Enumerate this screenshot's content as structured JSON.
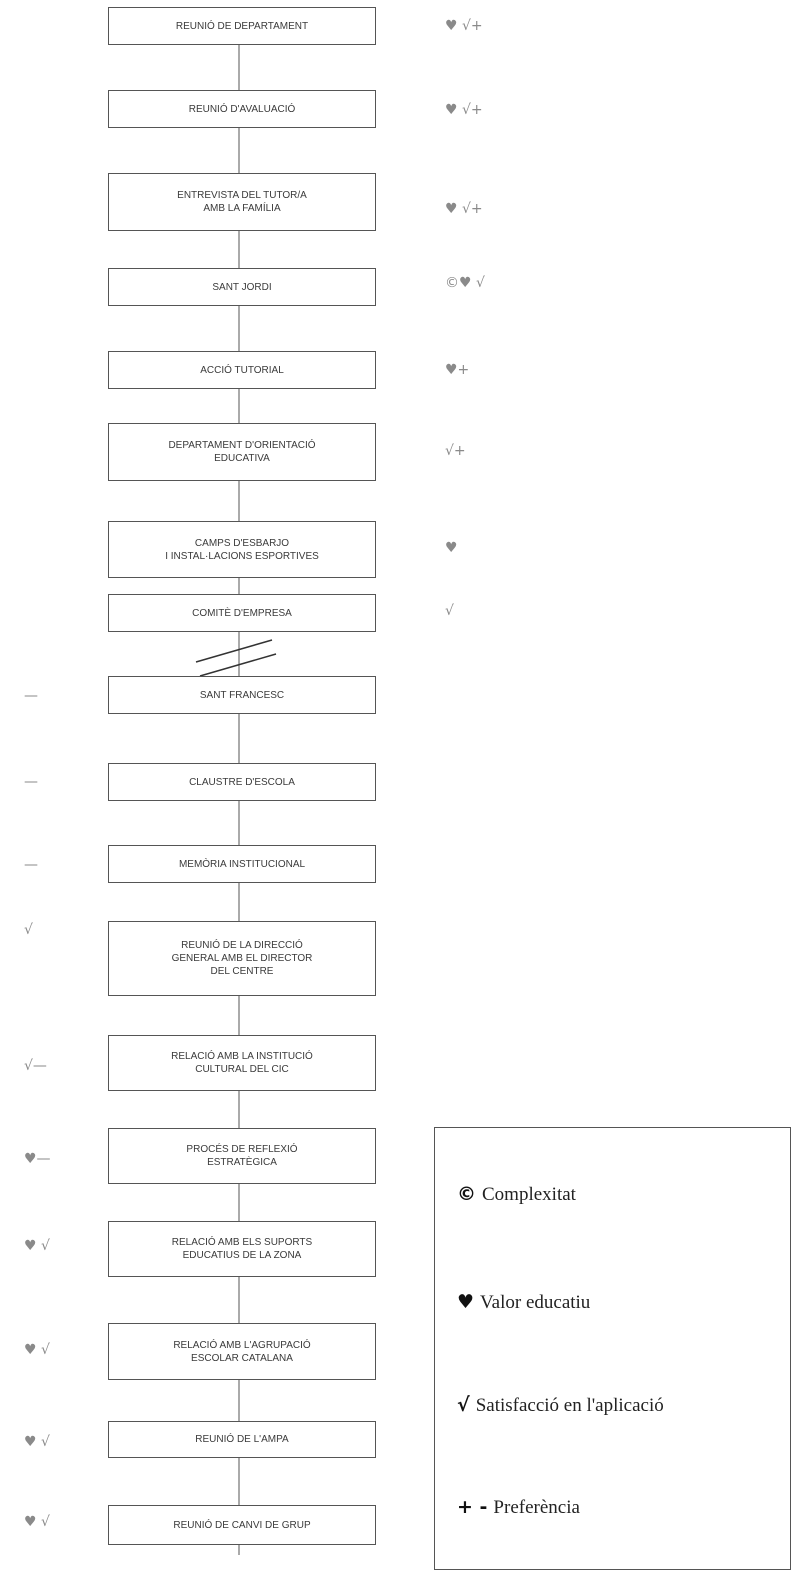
{
  "steps": [
    {
      "label": "REUNIÓ DE DEPARTAMENT",
      "marks": "♥ √+"
    },
    {
      "label": "REUNIÓ D'AVALUACIÓ",
      "marks": "♥ √+"
    },
    {
      "label": "ENTREVISTA DEL TUTOR/A\nAMB LA FAMÍLIA",
      "marks": "♥ √+"
    },
    {
      "label": "SANT JORDI",
      "marks": "©♥ √"
    },
    {
      "label": "ACCIÓ TUTORIAL",
      "marks": "♥+"
    },
    {
      "label": "DEPARTAMENT D'ORIENTACIÓ\nEDUCATIVA",
      "marks": "√+"
    },
    {
      "label": "CAMPS D'ESBARJO\nI INSTAL·LACIONS ESPORTIVES",
      "marks": "♥"
    },
    {
      "label": "COMITÈ D'EMPRESA",
      "marks": "√"
    },
    {
      "label": "SANT FRANCESC",
      "marks": "—"
    },
    {
      "label": "CLAUSTRE D'ESCOLA",
      "marks": "—"
    },
    {
      "label": "MEMÒRIA INSTITUCIONAL",
      "marks": "—"
    },
    {
      "label": "REUNIÓ DE LA DIRECCIÓ\nGENERAL AMB EL DIRECTOR\nDEL CENTRE",
      "marks": "√"
    },
    {
      "label": "RELACIÓ AMB LA INSTITUCIÓ\nCULTURAL DEL CIC",
      "marks": "√—"
    },
    {
      "label": "PROCÉS DE REFLEXIÓ\nESTRATÈGICA",
      "marks": "♥—"
    },
    {
      "label": "RELACIÓ AMB ELS SUPORTS\nEDUCATIUS DE LA ZONA",
      "marks": "♥ √"
    },
    {
      "label": "RELACIÓ AMB L'AGRUPACIÓ\nESCOLAR CATALANA",
      "marks": "♥ √"
    },
    {
      "label": "REUNIÓ DE L'AMPA",
      "marks": "♥ √"
    },
    {
      "label": "REUNIÓ DE CANVI DE GRUP",
      "marks": "♥ √"
    }
  ],
  "legend": {
    "complexity": {
      "symbol": "©",
      "text": "Complexitat"
    },
    "value": {
      "symbol": "♥",
      "text": "Valor educatiu"
    },
    "satisfaction": {
      "symbol": "√",
      "text": "Satisfacció en l'aplicació"
    },
    "preference": {
      "symbol": "+ -",
      "text": "Preferència"
    }
  }
}
